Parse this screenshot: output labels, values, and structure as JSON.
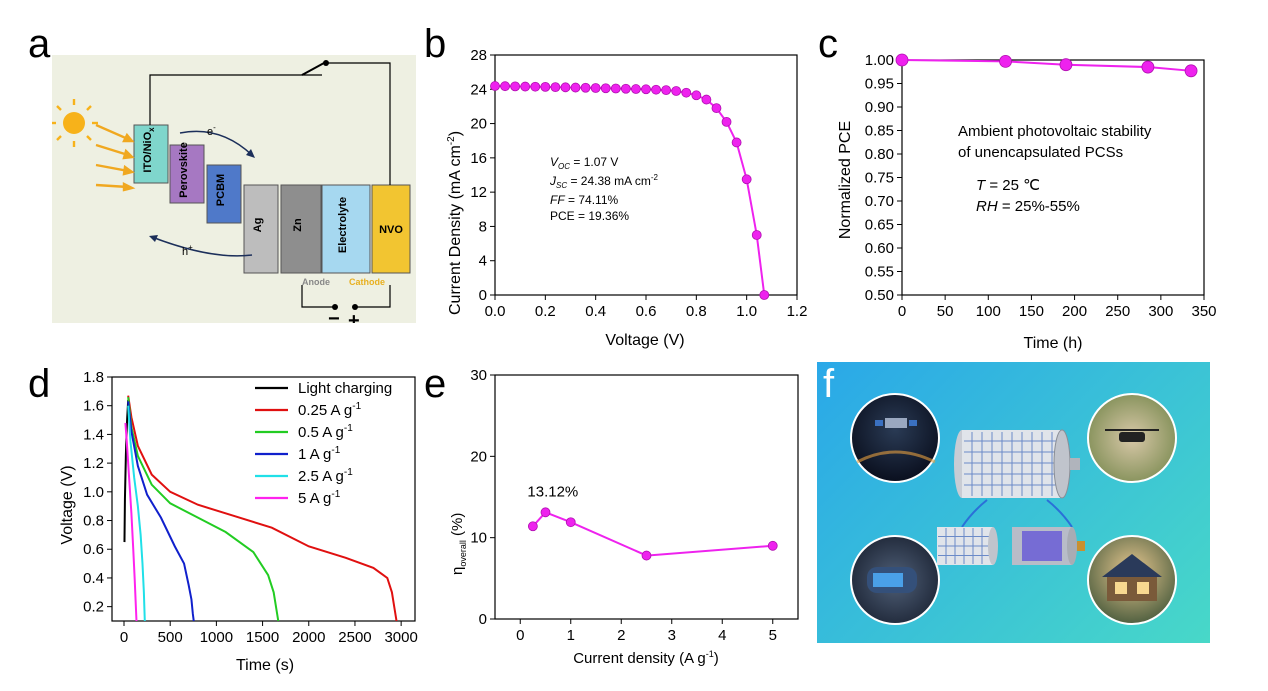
{
  "panels": {
    "a": "a",
    "b": "b",
    "c": "c",
    "d": "d",
    "e": "e",
    "f": "f"
  },
  "diagram_a": {
    "layers": [
      "ITO/NiO",
      "Perovskite",
      "PCBM",
      "Ag",
      "Zn",
      "Electrolyte",
      "NVO"
    ],
    "layer_colors": [
      "#7fd6cc",
      "#a678c2",
      "#4f79c9",
      "#bdbdbd",
      "#8e8e8e",
      "#a6d8f0",
      "#f2c531"
    ],
    "electron": "e",
    "hole": "h",
    "anode": "Anode",
    "cathode": "Cathode",
    "minus": "−",
    "plus": "+"
  },
  "chart_data": [
    {
      "id": "b",
      "type": "line",
      "xlabel": "Voltage (V)",
      "ylabel": "Current Density (mA cm",
      "xlim": [
        0.0,
        1.2
      ],
      "ylim": [
        0,
        28
      ],
      "xticks": [
        "0.0",
        "0.2",
        "0.4",
        "0.6",
        "0.8",
        "1.0",
        "1.2"
      ],
      "yticks": [
        "0",
        "4",
        "8",
        "12",
        "16",
        "20",
        "24",
        "28"
      ],
      "annotations": [
        "= 1.07 V",
        "= 24.38 mA cm",
        "= 74.11%",
        "PCE = 19.36%"
      ],
      "annotation_vars": [
        "V",
        "J",
        "FF"
      ],
      "annotation_subs": [
        "OC",
        "SC"
      ],
      "color": "#ee22ee",
      "x": [
        0.0,
        0.04,
        0.08,
        0.12,
        0.16,
        0.2,
        0.24,
        0.28,
        0.32,
        0.36,
        0.4,
        0.44,
        0.48,
        0.52,
        0.56,
        0.6,
        0.64,
        0.68,
        0.72,
        0.76,
        0.8,
        0.84,
        0.88,
        0.92,
        0.96,
        1.0,
        1.04,
        1.07
      ],
      "y": [
        24.38,
        24.36,
        24.34,
        24.32,
        24.3,
        24.28,
        24.25,
        24.23,
        24.2,
        24.18,
        24.15,
        24.12,
        24.09,
        24.06,
        24.03,
        24.0,
        23.95,
        23.9,
        23.8,
        23.6,
        23.3,
        22.8,
        21.8,
        20.2,
        17.8,
        13.5,
        7.0,
        0.0
      ]
    },
    {
      "id": "c",
      "type": "line",
      "xlabel": "Time (h)",
      "ylabel": "Normalized PCE",
      "xlim": [
        0,
        350
      ],
      "ylim": [
        0.5,
        1.0
      ],
      "xticks": [
        "0",
        "50",
        "100",
        "150",
        "200",
        "250",
        "300",
        "350"
      ],
      "yticks": [
        "0.50",
        "0.55",
        "0.60",
        "0.65",
        "0.70",
        "0.75",
        "0.80",
        "0.85",
        "0.90",
        "0.95",
        "1.00"
      ],
      "annotations": [
        "Ambient photovoltaic stability",
        "of unencapsulated PCSs",
        "= 25 ℃",
        "= 25%-55%"
      ],
      "annotation_vars": [
        "T",
        "RH"
      ],
      "color": "#ee22ee",
      "x": [
        0,
        120,
        190,
        285,
        335
      ],
      "y": [
        1.0,
        0.997,
        0.99,
        0.985,
        0.977
      ]
    },
    {
      "id": "d",
      "type": "line",
      "xlabel": "Time (s)",
      "ylabel": "Voltage (V)",
      "xlim": [
        -130,
        3150
      ],
      "ylim": [
        0.1,
        1.8
      ],
      "xticks": [
        "0",
        "500",
        "1000",
        "1500",
        "2000",
        "2500",
        "3000"
      ],
      "yticks": [
        "0.2",
        "0.4",
        "0.6",
        "0.8",
        "1.0",
        "1.2",
        "1.4",
        "1.6",
        "1.8"
      ],
      "legend_position": "top-right",
      "series": [
        {
          "name": "Light charging",
          "unit": "",
          "color": "#000000",
          "x": [
            5,
            10,
            20,
            28,
            35,
            42,
            45
          ],
          "y": [
            0.65,
            0.95,
            1.25,
            1.42,
            1.52,
            1.6,
            1.64
          ]
        },
        {
          "name": "0.25 A g",
          "unit": "-1",
          "color": "#e01010",
          "x": [
            45,
            80,
            150,
            300,
            500,
            800,
            1200,
            1600,
            2000,
            2400,
            2700,
            2850,
            2900,
            2930,
            2950
          ],
          "y": [
            1.67,
            1.52,
            1.32,
            1.12,
            1.0,
            0.91,
            0.83,
            0.75,
            0.62,
            0.54,
            0.47,
            0.4,
            0.3,
            0.18,
            0.1
          ]
        },
        {
          "name": "0.5 A g",
          "unit": "-1",
          "color": "#22cc22",
          "x": [
            45,
            80,
            150,
            300,
            500,
            800,
            1100,
            1400,
            1560,
            1620,
            1650,
            1670
          ],
          "y": [
            1.66,
            1.45,
            1.25,
            1.05,
            0.92,
            0.82,
            0.72,
            0.58,
            0.42,
            0.3,
            0.18,
            0.1
          ]
        },
        {
          "name": "1 A g",
          "unit": "-1",
          "color": "#1020cc",
          "x": [
            45,
            80,
            150,
            250,
            400,
            550,
            650,
            700,
            730,
            745,
            755
          ],
          "y": [
            1.63,
            1.42,
            1.18,
            0.98,
            0.82,
            0.62,
            0.5,
            0.35,
            0.25,
            0.15,
            0.1
          ]
        },
        {
          "name": "2.5 A g",
          "unit": "-1",
          "color": "#20e0e8",
          "x": [
            45,
            70,
            110,
            150,
            180,
            200,
            215,
            225
          ],
          "y": [
            1.6,
            1.35,
            1.1,
            0.9,
            0.7,
            0.5,
            0.3,
            0.1
          ]
        },
        {
          "name": "5 A g",
          "unit": "-1",
          "color": "#ff22ee",
          "x": [
            15,
            30,
            55,
            80,
            100,
            115,
            125,
            135
          ],
          "y": [
            1.48,
            1.35,
            1.1,
            0.85,
            0.6,
            0.4,
            0.25,
            0.1
          ]
        }
      ]
    },
    {
      "id": "e",
      "type": "line",
      "xlabel": "Current density (A g",
      "xlabel_sup": "-1",
      "ylabel": "η",
      "ylabel_sub": "overall",
      "ylabel_unit": "(%)",
      "xlim": [
        -0.5,
        5.5
      ],
      "ylim": [
        0,
        30
      ],
      "xticks": [
        "0",
        "1",
        "2",
        "3",
        "4",
        "5"
      ],
      "yticks": [
        "0",
        "10",
        "20",
        "30"
      ],
      "annotations": [
        "13.12%"
      ],
      "color": "#ee22ee",
      "x": [
        0.25,
        0.5,
        1.0,
        2.5,
        5.0
      ],
      "y": [
        11.4,
        13.12,
        11.9,
        7.8,
        9.0
      ]
    }
  ],
  "illustration_f": {
    "background": [
      "#2aa8e8",
      "#48d8c8"
    ],
    "scenes": [
      "satellite",
      "drone",
      "wearable",
      "house"
    ]
  }
}
